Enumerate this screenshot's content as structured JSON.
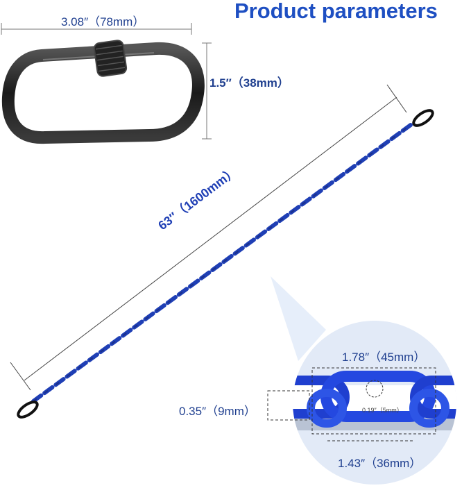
{
  "title": "Product parameters",
  "colors": {
    "title": "#1e4fc2",
    "dimension_text": "#1f3f8f",
    "chain_blue": "#1f3fb5",
    "carabiner": "#1a1a1a",
    "zoom_bubble": "#dde8f8"
  },
  "carabiner": {
    "width_label": "3.08″（78mm）",
    "height_label": "1.5″（38mm）",
    "inner_label": "1.5″（38mm）"
  },
  "chain": {
    "length_label": "63″（1600mm）"
  },
  "detail": {
    "outer_length_label": "1.78″（45mm）",
    "inner_length_label": "1.43″（36mm）",
    "width_label": "0.35″（9mm）",
    "wire_label": "0.19″（5mm）"
  }
}
